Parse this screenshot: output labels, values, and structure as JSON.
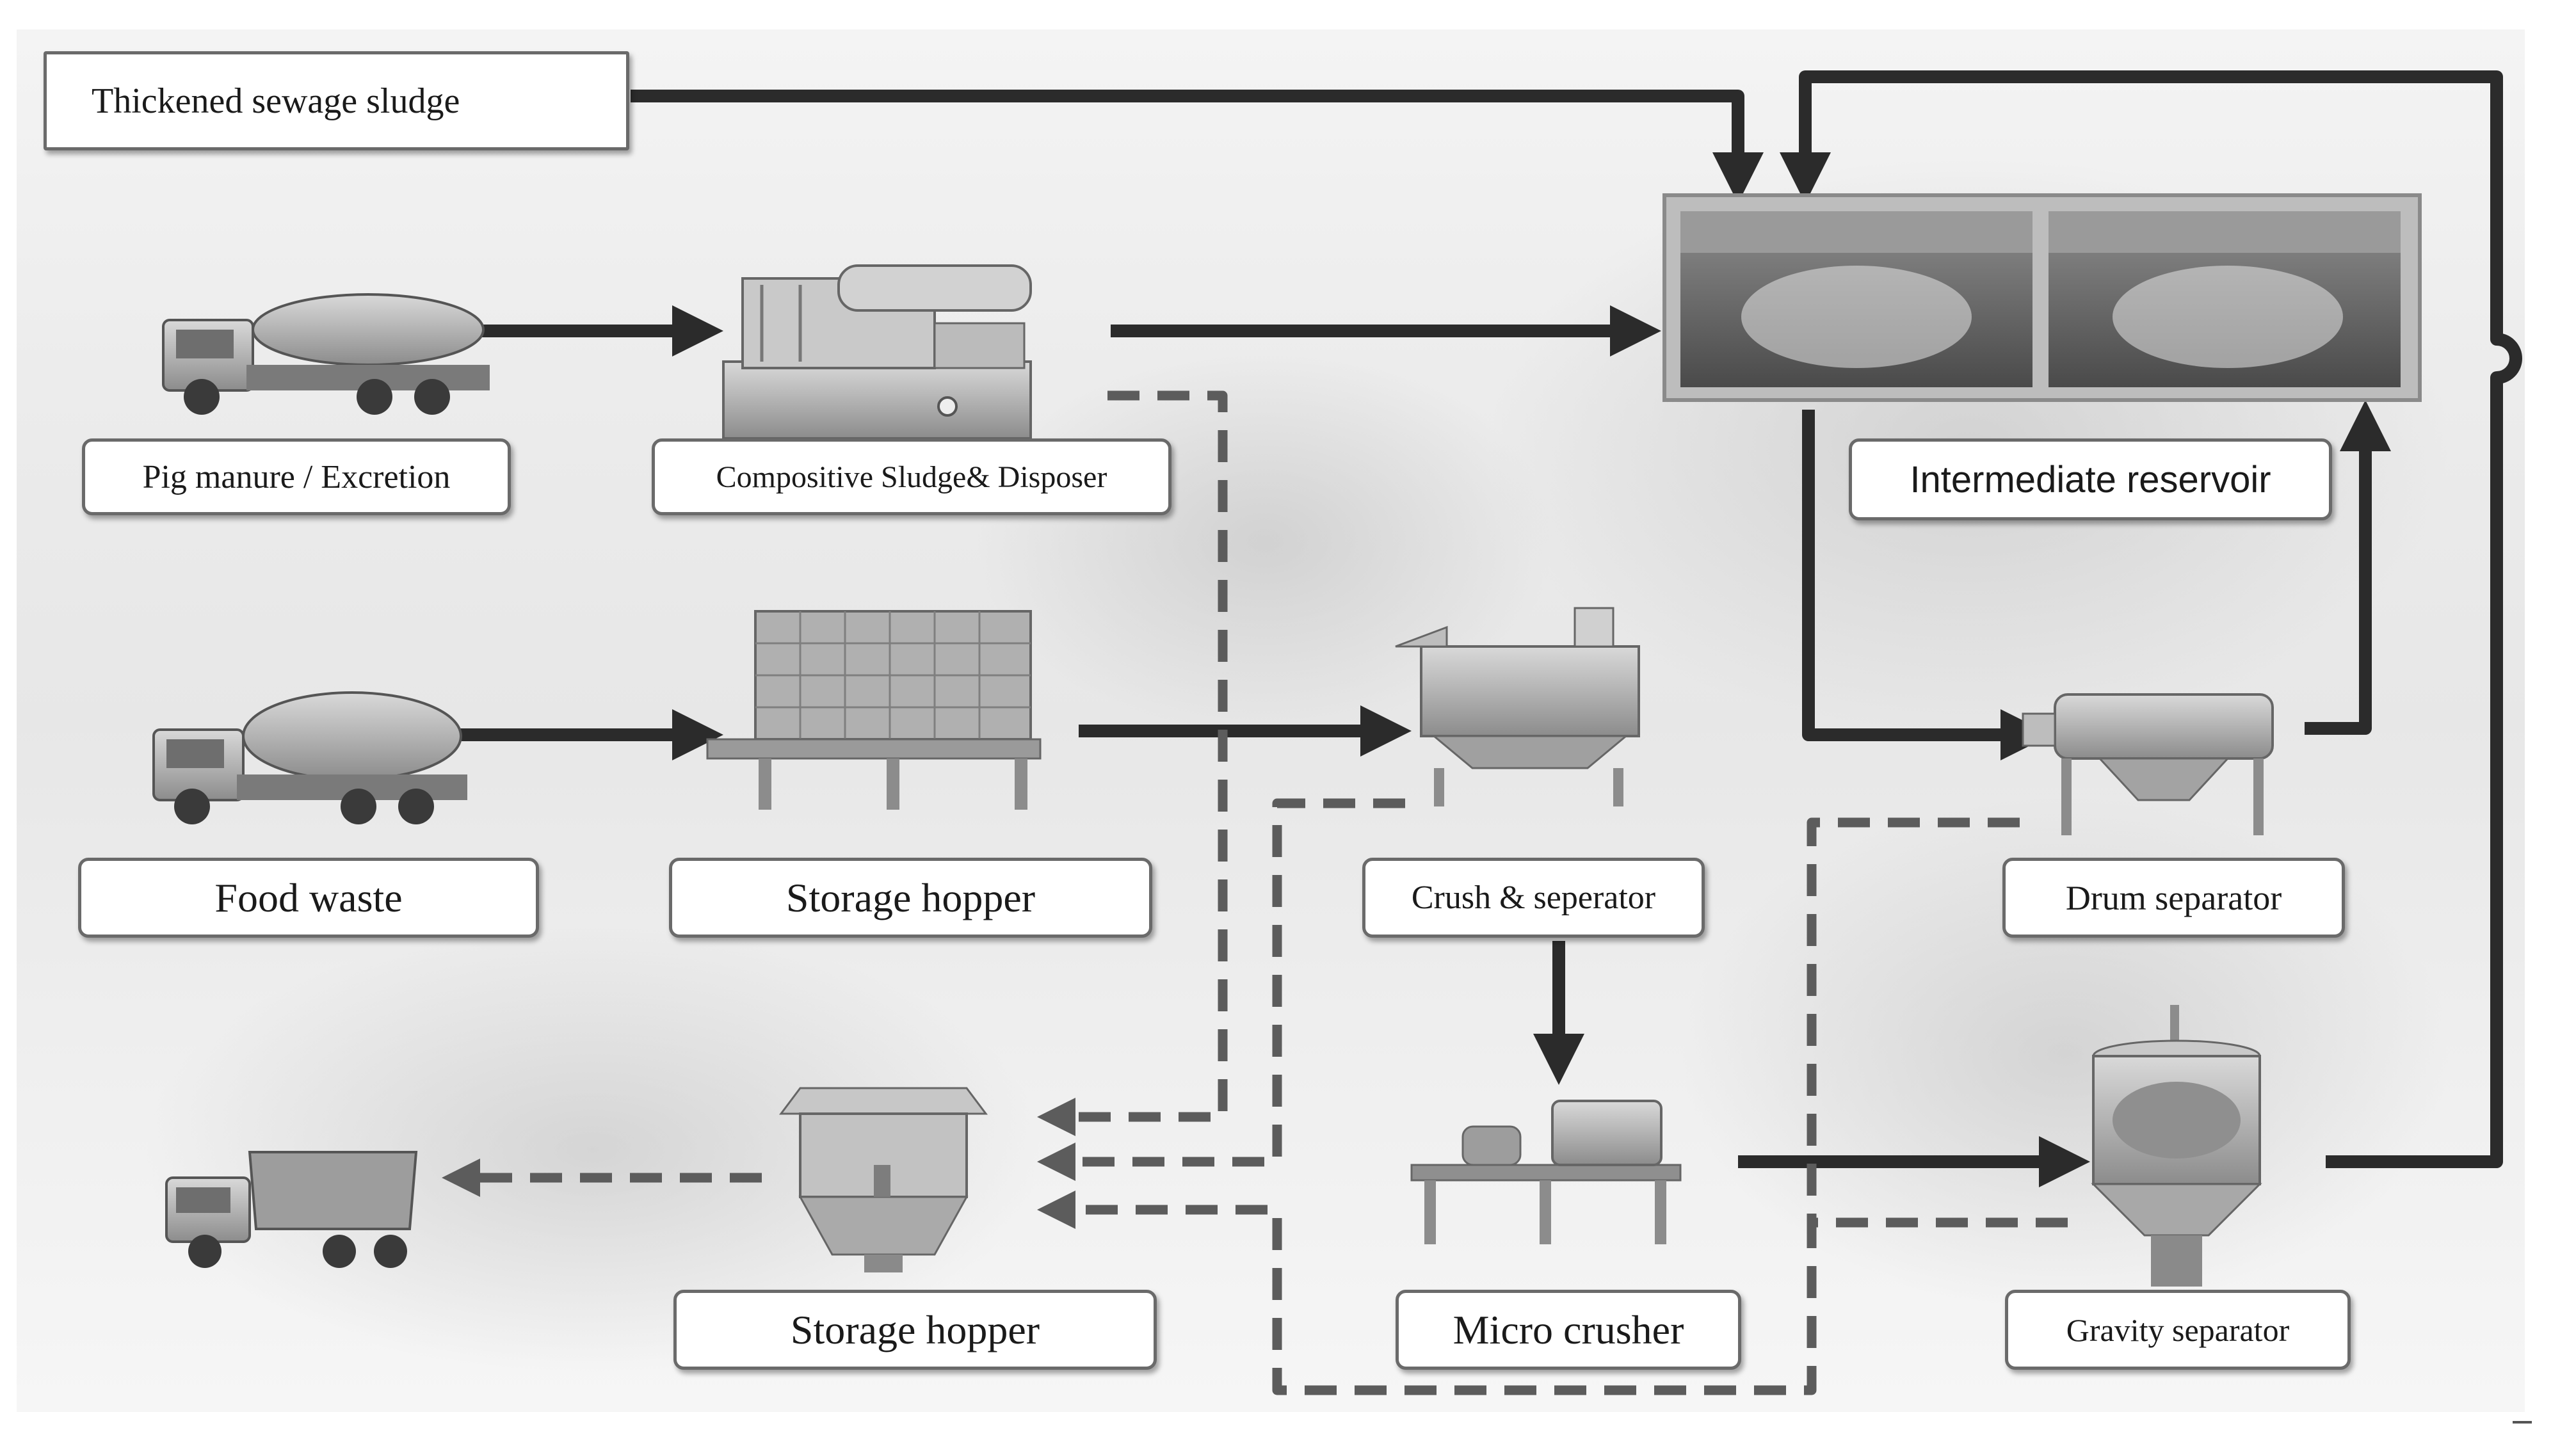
{
  "nodes": {
    "thickened_sludge": "Thickened sewage sludge",
    "pig_manure": "Pig manure / Excretion",
    "compositive_disposer": "Compositive Sludge& Disposer",
    "intermediate_reservoir": "Intermediate reservoir",
    "food_waste": "Food waste",
    "storage_hopper_top": "Storage hopper",
    "crush_separator": "Crush & seperator",
    "drum_separator": "Drum separator",
    "storage_hopper_bottom": "Storage hopper",
    "micro_crusher": "Micro crusher",
    "gravity_separator": "Gravity separator"
  },
  "colors": {
    "arrow": "#2b2b2b",
    "dashed_arrow": "#5c5c5c",
    "label_border": "#6a6a6a",
    "equipment": "#a8a8a8"
  },
  "icons": {
    "pig_truck": "tanker-truck-icon",
    "food_truck": "tanker-truck-icon",
    "dump_truck": "dump-truck-icon"
  }
}
